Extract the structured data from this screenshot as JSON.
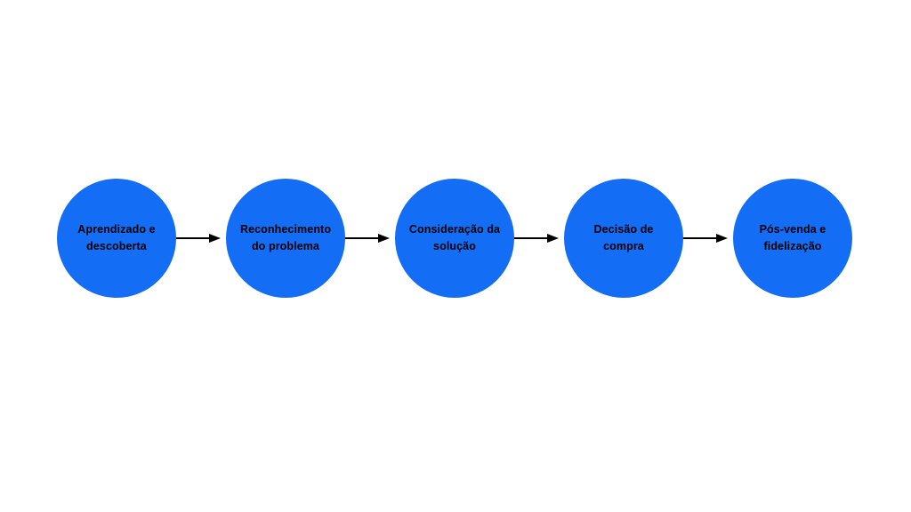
{
  "diagram": {
    "type": "horizontal-flow",
    "background_color": "#ffffff",
    "node_color": "#146ef5",
    "text_color": "#000000",
    "arrow_color": "#000000",
    "stages": [
      {
        "label": "Aprendizado e descoberta"
      },
      {
        "label": "Reconhecimento do problema"
      },
      {
        "label": "Consideração da solução"
      },
      {
        "label": "Decisão de compra"
      },
      {
        "label": "Pós-venda e fidelização"
      }
    ]
  }
}
